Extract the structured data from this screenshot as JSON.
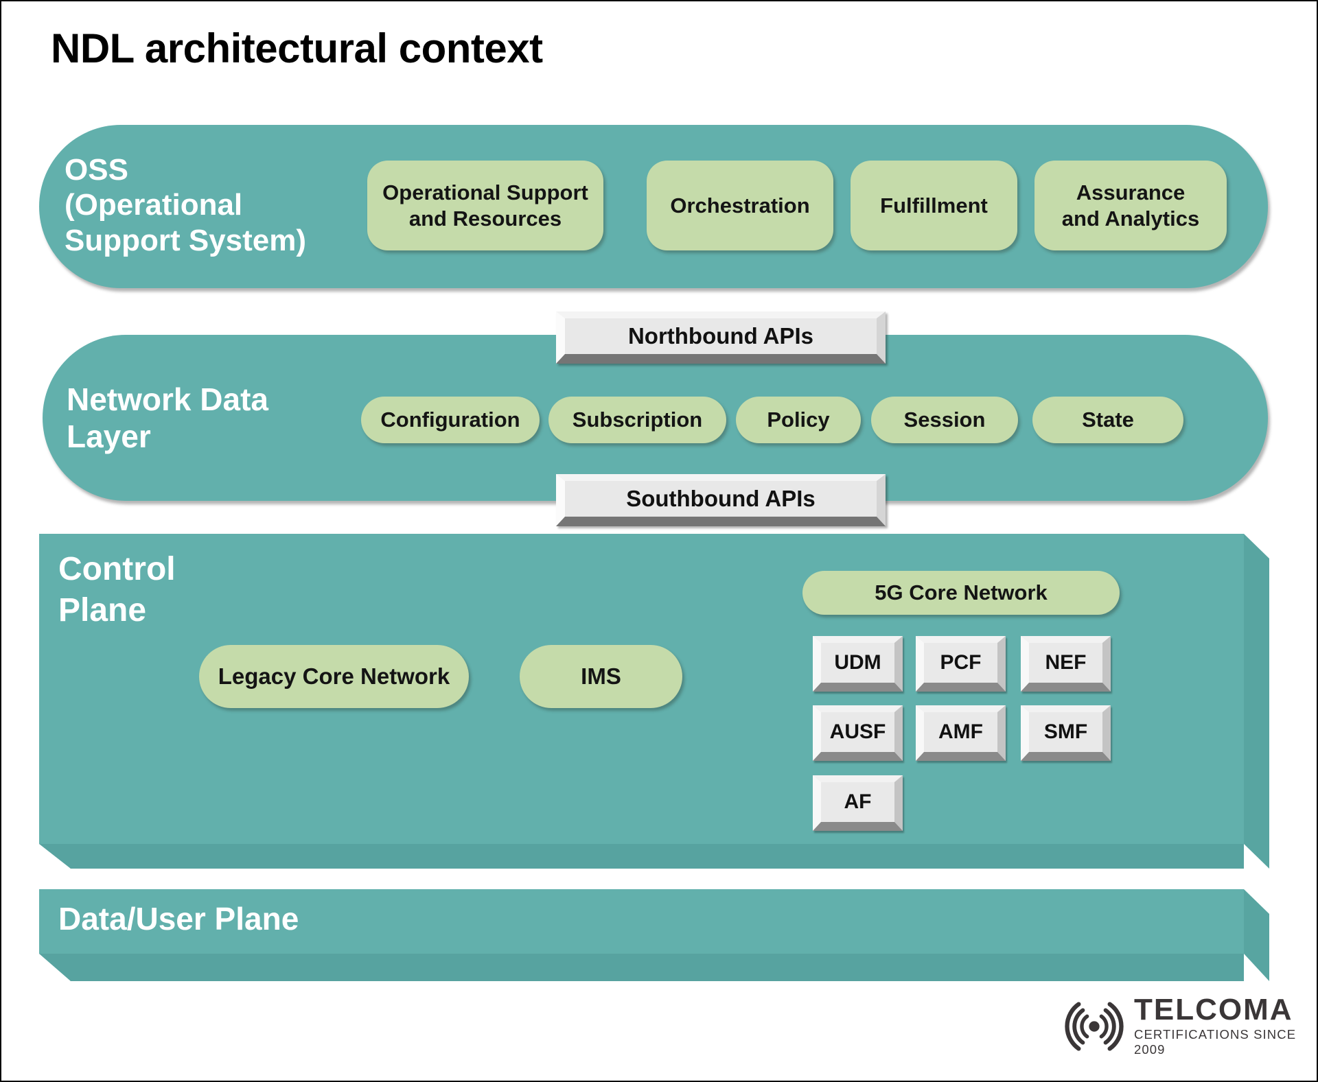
{
  "title": "NDL architectural context",
  "colors": {
    "band_teal": "#62b0ac",
    "band_teal_shade": "#57a3a0",
    "pill_green": "#c5dbaa",
    "button_gray": "#e9e9e9",
    "button_bevel_dark": "#8a8a8a",
    "text_dark": "#111111",
    "text_light": "#ffffff",
    "logo_gray": "#3a3637"
  },
  "oss": {
    "label": "OSS\n(Operational\nSupport System)",
    "pills": [
      "Operational Support\nand Resources",
      "Orchestration",
      "Fulfillment",
      "Assurance\nand Analytics"
    ]
  },
  "apis": {
    "northbound": "Northbound APIs",
    "southbound": "Southbound APIs"
  },
  "ndl": {
    "label": "Network Data\nLayer",
    "pills": [
      "Configuration",
      "Subscription",
      "Policy",
      "Session",
      "State"
    ]
  },
  "control_plane": {
    "label": "Control\nPlane",
    "legacy": "Legacy Core Network",
    "ims": "IMS",
    "core5g": "5G Core Network",
    "nfs": [
      "UDM",
      "PCF",
      "NEF",
      "AUSF",
      "AMF",
      "SMF",
      "AF"
    ]
  },
  "data_plane": {
    "label": "Data/User Plane"
  },
  "logo": {
    "brand": "TELCOMA",
    "tagline": "CERTIFICATIONS SINCE 2009"
  }
}
